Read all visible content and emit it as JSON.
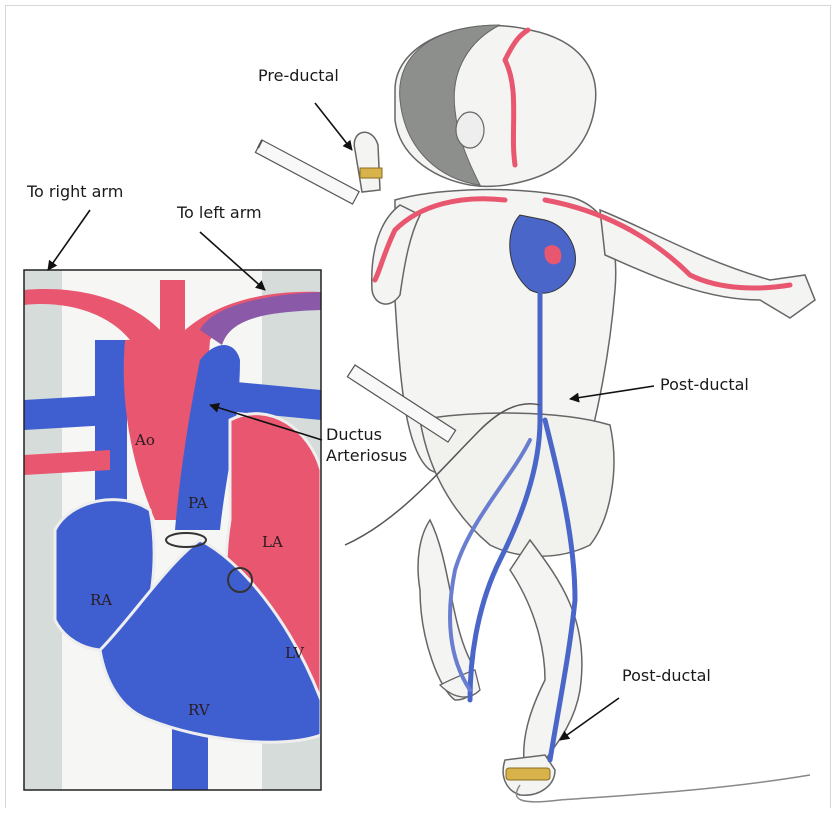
{
  "labels": {
    "pre_ductal": "Pre-ductal",
    "to_right_arm": "To right arm",
    "to_left_arm": "To left arm",
    "post_ductal_abdomen": "Post-ductal",
    "ductus_line1": "Ductus",
    "ductus_line2": "Arteriosus",
    "post_ductal_foot": "Post-ductal"
  },
  "heart_labels": {
    "ao": "Ao",
    "pa": "PA",
    "la": "LA",
    "ra": "RA",
    "lv": "LV",
    "rv": "RV"
  },
  "colors": {
    "artery_red": "#e8566f",
    "vein_blue": "#4a66c9",
    "ductus_purple": "#8a5aa8",
    "skin": "#f4f4f2",
    "outline": "#555555",
    "sensor_gold": "#d8b24a",
    "gray_band": "#d5dcd9"
  }
}
